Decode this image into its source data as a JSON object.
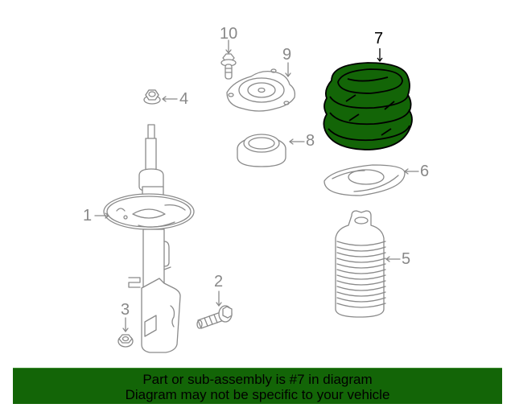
{
  "diagram": {
    "highlighted_part": "7",
    "highlight_color": "#136507",
    "line_color": "#888888",
    "callouts": [
      {
        "id": "1",
        "label": "1"
      },
      {
        "id": "2",
        "label": "2"
      },
      {
        "id": "3",
        "label": "3"
      },
      {
        "id": "4",
        "label": "4"
      },
      {
        "id": "5",
        "label": "5"
      },
      {
        "id": "6",
        "label": "6"
      },
      {
        "id": "7",
        "label": "7"
      },
      {
        "id": "8",
        "label": "8"
      },
      {
        "id": "9",
        "label": "9"
      },
      {
        "id": "10",
        "label": "10"
      }
    ]
  },
  "banner": {
    "line1": "Part or sub-assembly is #7 in diagram",
    "line2": "Diagram may not be specific to your vehicle",
    "background": "#136507"
  }
}
